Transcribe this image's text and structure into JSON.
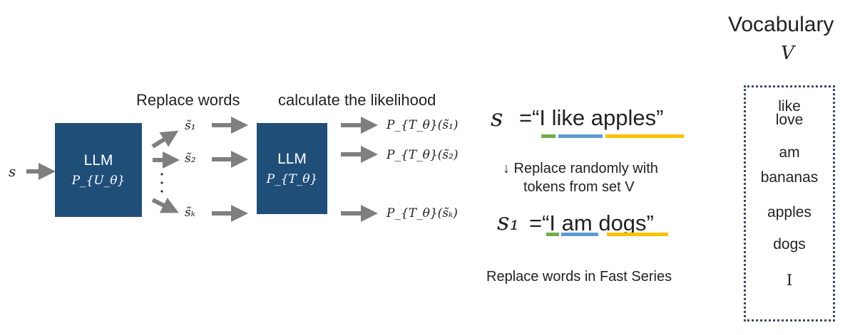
{
  "input_label": "s",
  "llm1": {
    "title": "LLM",
    "prob": "P_{U_θ}"
  },
  "llm2": {
    "title": "LLM",
    "prob": "P_{T_θ}"
  },
  "labels": {
    "replace_words": "Replace words",
    "calc_likelihood": "calculate the likelihood"
  },
  "samples": [
    "s̃₁",
    "s̃₂",
    "s̃ₖ"
  ],
  "likelihoods": [
    "P_{T_θ}(s̃₁)",
    "P_{T_θ}(s̃₂)",
    "P_{T_θ}(s̃ₖ)"
  ],
  "example": {
    "original_var": "s",
    "original_text": "=“I like apples”",
    "arrow_text": "↓ Replace randomly with",
    "arrow_text2": "tokens from set V",
    "replaced_var": "s₁",
    "replaced_text": "=“I am dogs”",
    "caption": "Replace words in Fast Series"
  },
  "vocabulary": {
    "title": "Vocabulary",
    "symbol": "V",
    "words": [
      "like",
      "love",
      "am",
      "bananas",
      "apples",
      "dogs",
      "I"
    ]
  },
  "colors": {
    "box": "#1f4e79",
    "arrow": "#7f7f7f",
    "green": "#70ad47",
    "blue": "#5b9bd5",
    "yellow": "#ffc000"
  }
}
